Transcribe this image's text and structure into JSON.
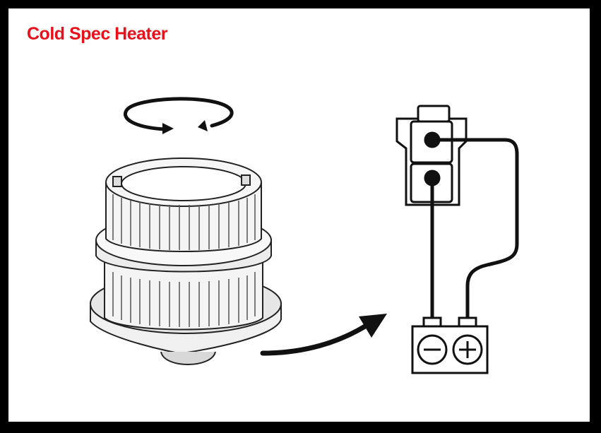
{
  "title": "Cold Spec Heater",
  "colors": {
    "title": "#e8101a",
    "line": "#111111",
    "background": "#ffffff",
    "frame": "#000000"
  },
  "icons": {
    "rotation": "rotation-arrow-icon",
    "motor": "blower-motor-fan",
    "connector": "two-pin-connector",
    "battery": "battery-icon",
    "arrow": "curved-arrow-icon"
  },
  "battery": {
    "negative_symbol": "−",
    "positive_symbol": "+"
  }
}
